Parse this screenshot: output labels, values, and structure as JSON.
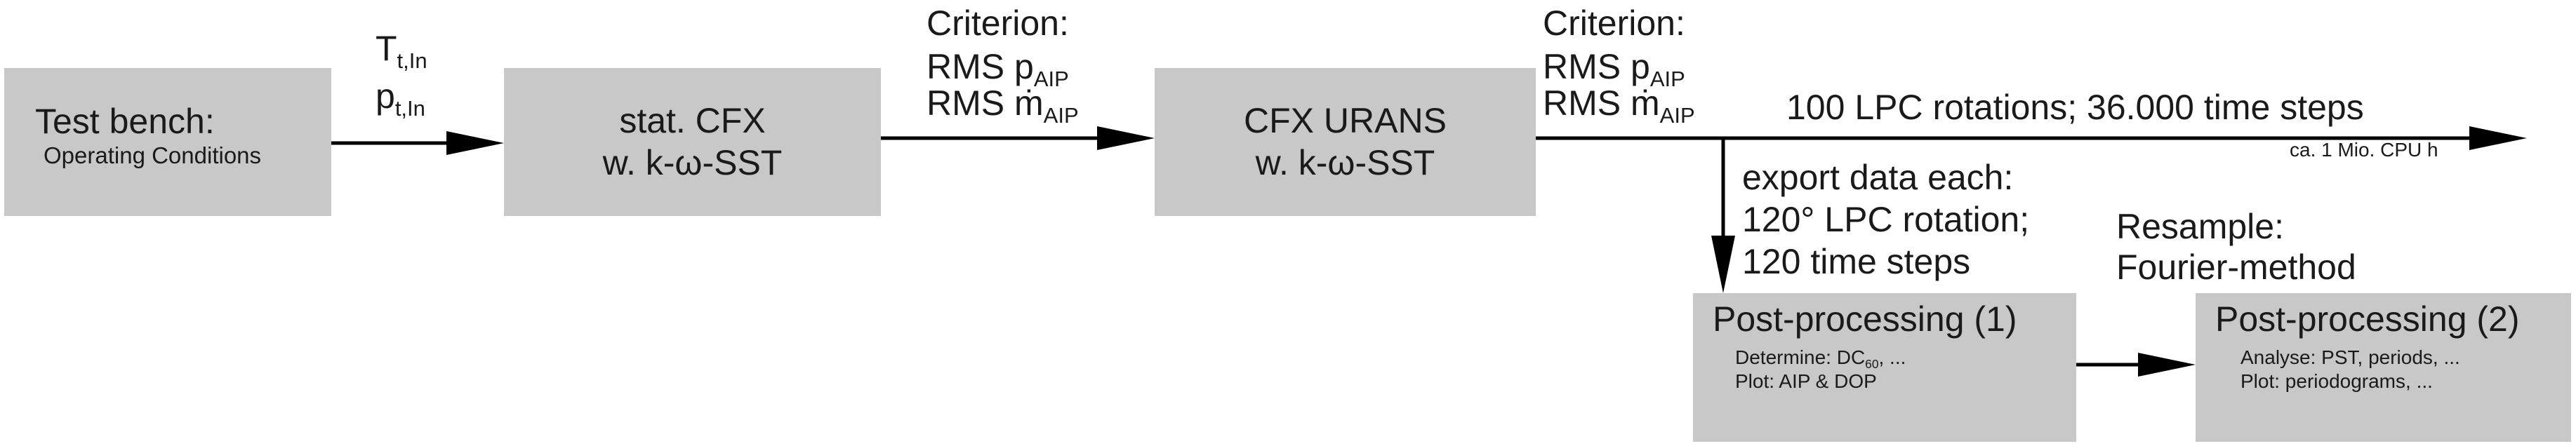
{
  "nodes": {
    "test_bench": {
      "title": "Test bench:",
      "subtitle": "Operating Conditions"
    },
    "stat_cfx": {
      "line1": "stat. CFX",
      "line2": "w. k-ω-SST"
    },
    "cfx_urans": {
      "line1": "CFX URANS",
      "line2": "w. k-ω-SST"
    },
    "post1": {
      "title": "Post-processing (1)",
      "line1_prefix": "Determine: DC",
      "line1_sub": "60",
      "line1_suffix": ", ...",
      "line2": "Plot: AIP & DOP"
    },
    "post2": {
      "title": "Post-processing (2)",
      "line1": "Analyse: PST, periods, ...",
      "line2": "Plot: periodograms, ..."
    }
  },
  "edges": {
    "inputs": {
      "line1_base": "T",
      "line1_sub": "t,In",
      "line2_base": "p",
      "line2_sub": "t,In"
    },
    "criterion_1": {
      "title": "Criterion:",
      "rms_p": "RMS p",
      "rms_p_sub": "AIP",
      "rms_m": "RMS ṁ",
      "rms_m_sub": "AIP"
    },
    "criterion_2": {
      "title": "Criterion:",
      "rms_p": "RMS p",
      "rms_p_sub": "AIP",
      "rms_m": "RMS ṁ",
      "rms_m_sub": "AIP"
    },
    "rotations": {
      "label": "100 LPC rotations; 36.000 time steps",
      "note": "ca. 1 Mio. CPU h"
    },
    "export": {
      "line1": "export data each:",
      "line2": "120° LPC rotation;",
      "line3": "120 time steps"
    },
    "resample": {
      "line1": "Resample:",
      "line2": "Fourier-method"
    }
  },
  "colors": {
    "box_fill": "#c8c8c8",
    "line": "#000000",
    "text": "#1a1a1a"
  }
}
